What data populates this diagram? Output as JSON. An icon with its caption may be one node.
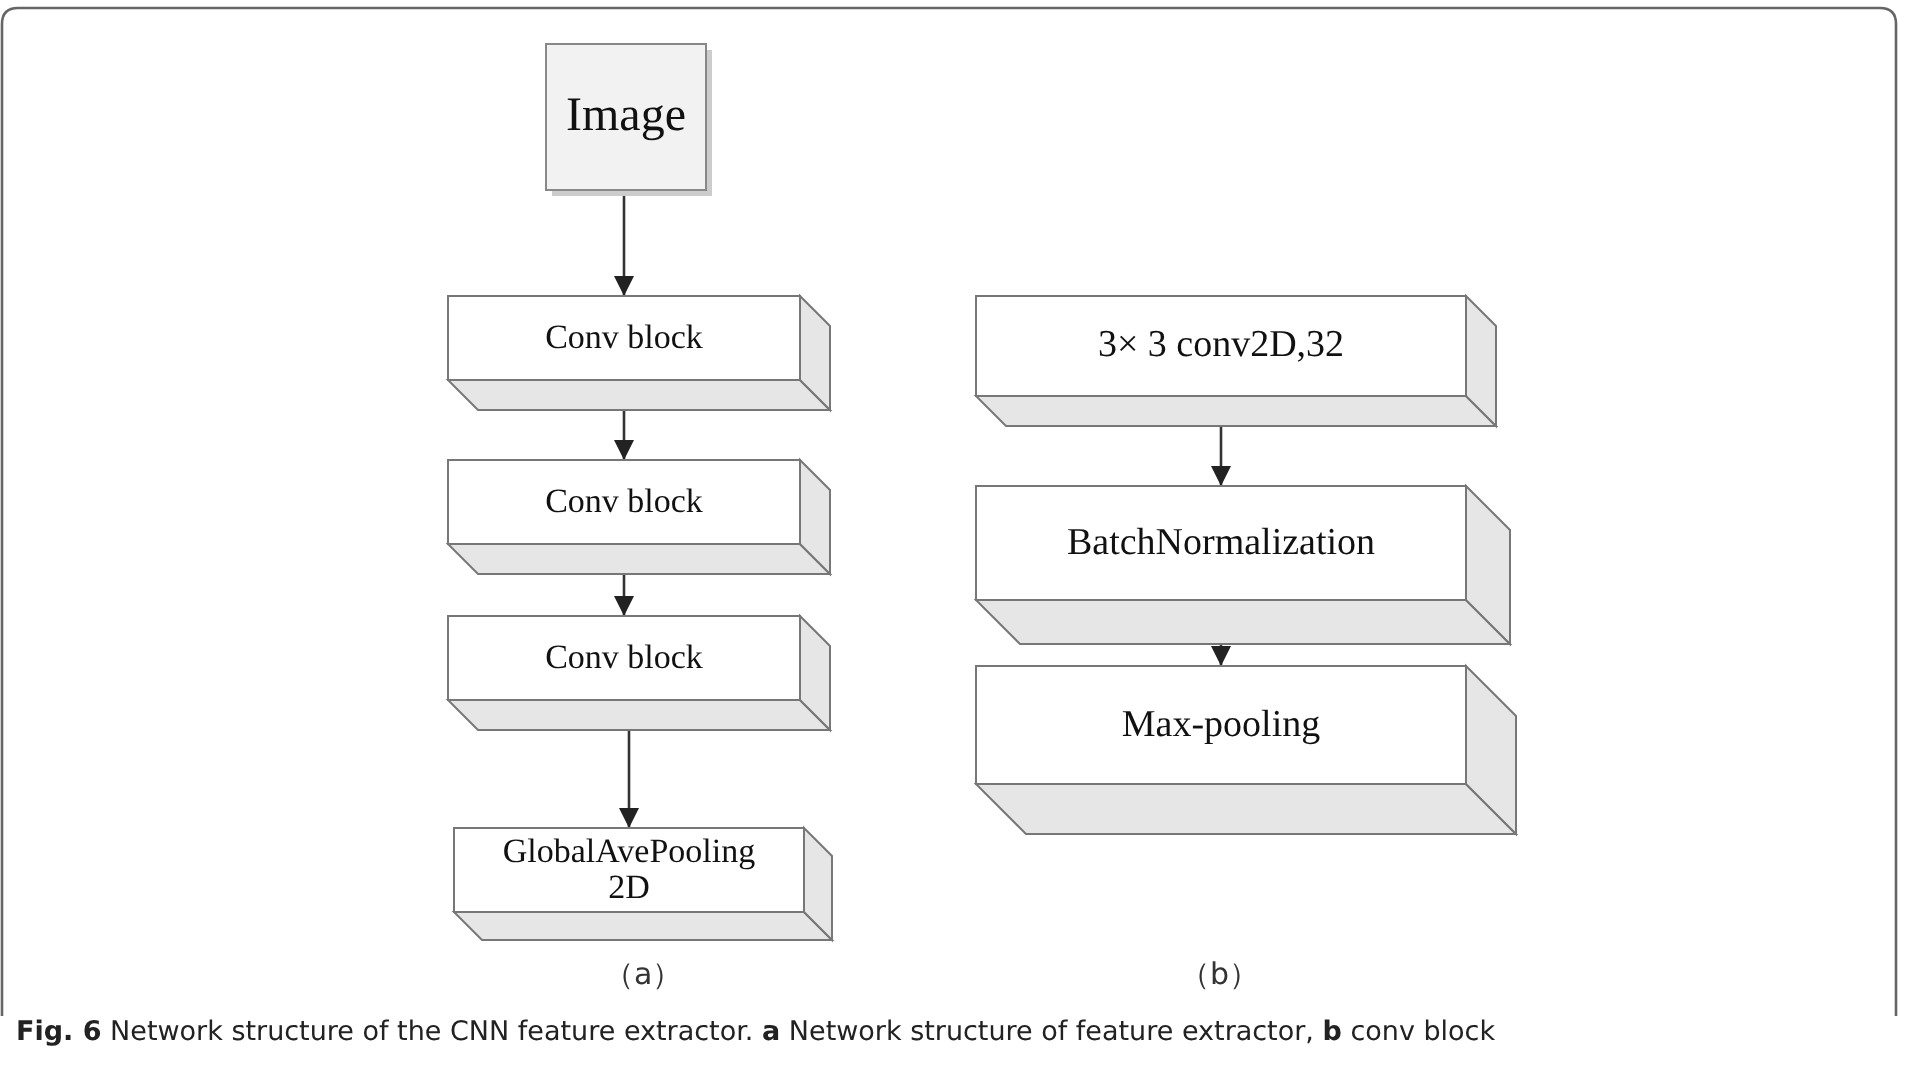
{
  "diagram": {
    "caption": "**Fig. 6** Network structure of the CNN feature extractor. **a** Network structure of feature extractor, **b** conv block",
    "nodes": [
      {
        "text": [
          "Image"
        ]
      },
      {
        "text": [
          "Conv block"
        ]
      },
      {
        "text": [
          "Conv block"
        ]
      },
      {
        "text": [
          "Conv block"
        ]
      },
      {
        "text": [
          "GlobalAvePooling 2D"
        ]
      },
      {
        "text": [
          "3× 3 conv2D,32"
        ]
      },
      {
        "text": [
          "BatchNormalization"
        ]
      },
      {
        "text": [
          "Max-pooling"
        ]
      }
    ],
    "edges": [
      {
        "from": 0,
        "to": 1,
        "arrow": "to"
      },
      {
        "from": 1,
        "to": 2,
        "arrow": "to"
      },
      {
        "from": 2,
        "to": 3,
        "arrow": "to"
      },
      {
        "from": 3,
        "to": 4,
        "arrow": "to"
      },
      {
        "from": 5,
        "to": 6,
        "arrow": "to"
      },
      {
        "from": 6,
        "to": 7,
        "arrow": "to"
      }
    ],
    "labels": [
      "（a）",
      "（b）"
    ]
  }
}
